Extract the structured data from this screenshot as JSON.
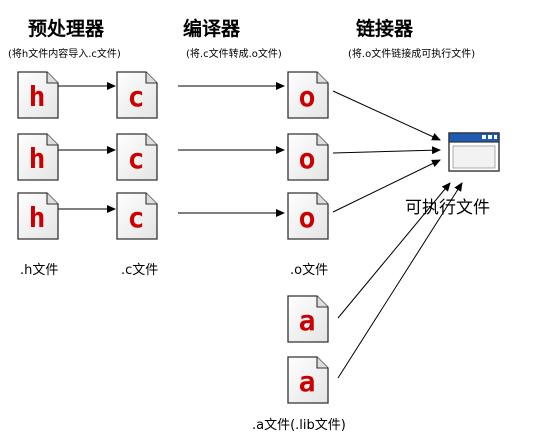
{
  "stages": {
    "preprocessor": {
      "title": "预处理器",
      "subtitle": "(将h文件内容导入.c文件)"
    },
    "compiler": {
      "title": "编译器",
      "subtitle": "(将.c文件转成.o文件)"
    },
    "linker": {
      "title": "链接器",
      "subtitle": "(将.o文件链接成可执行文件)"
    }
  },
  "file_labels": {
    "h": ".h文件",
    "c": ".c文件",
    "o": ".o文件",
    "a": ".a文件(.lib文件)",
    "exe": "可执行文件"
  },
  "file_letters": {
    "h": "h",
    "c": "c",
    "o": "o",
    "a": "a"
  },
  "colors": {
    "letter": "#cc0000",
    "file_face": "#ffffff",
    "file_edge": "#333333",
    "arrow": "#000000",
    "window_title": "#1e5bb5"
  }
}
